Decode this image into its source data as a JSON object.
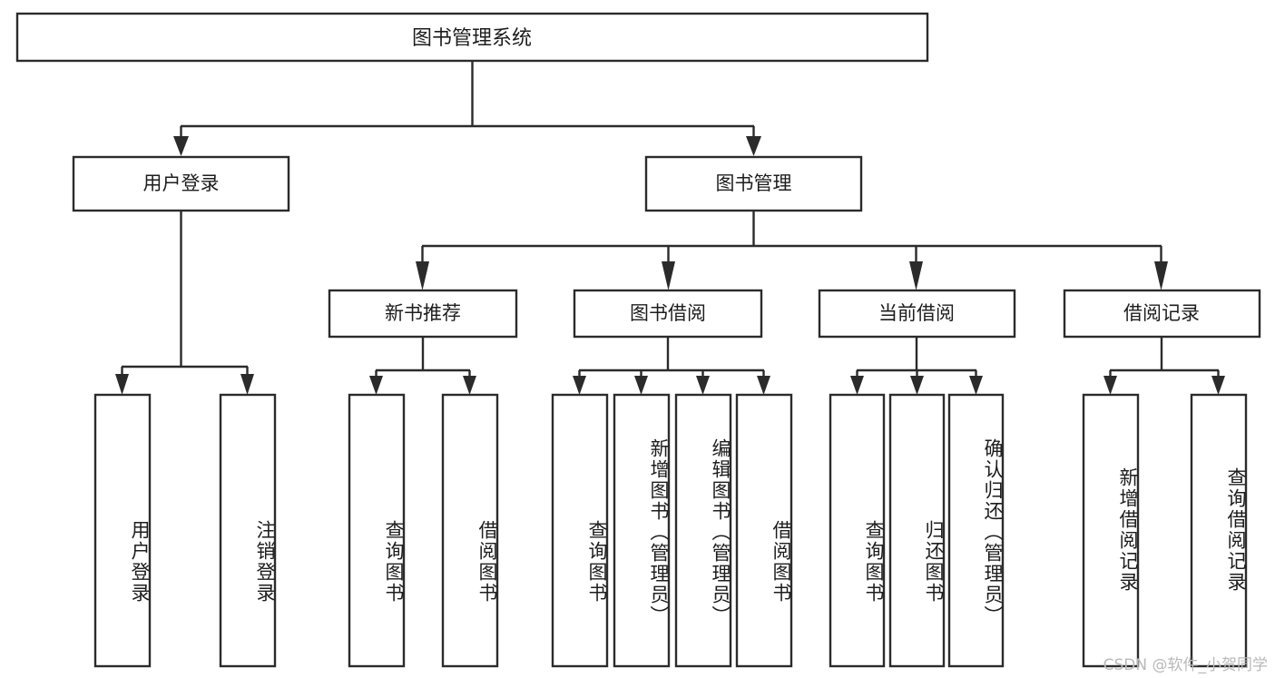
{
  "diagram": {
    "type": "tree-hierarchy-chart",
    "title": "图书管理系统",
    "orientation": "top-down",
    "colors": {
      "box_stroke": "#2b2b2b",
      "box_fill": "#ffffff",
      "connector": "#2b2b2b",
      "text": "#1d1d1d",
      "background": "#ffffff",
      "watermark": "#b9b9b9"
    },
    "root": {
      "label": "图书管理系统"
    },
    "level1": [
      {
        "label": "用户登录"
      },
      {
        "label": "图书管理"
      }
    ],
    "level2": [
      {
        "label": "新书推荐"
      },
      {
        "label": "图书借阅"
      },
      {
        "label": "当前借阅"
      },
      {
        "label": "借阅记录"
      }
    ],
    "leaves": {
      "user_login": [
        {
          "label": "用户登录"
        },
        {
          "label": "注销登录"
        }
      ],
      "new_book_recommend": [
        {
          "label": "查询图书"
        },
        {
          "label": "借阅图书"
        }
      ],
      "book_borrow": [
        {
          "label": "查询图书"
        },
        {
          "label": "新增图书（管理员）"
        },
        {
          "label": "编辑图书（管理员）"
        },
        {
          "label": "借阅图书"
        }
      ],
      "current_borrow": [
        {
          "label": "查询图书"
        },
        {
          "label": "归还图书"
        },
        {
          "label": "确认归还（管理员）"
        }
      ],
      "borrow_record": [
        {
          "label": "新增借阅记录"
        },
        {
          "label": "查询借阅记录"
        }
      ]
    }
  },
  "watermark": {
    "text": "CSDN @软件_小贺同学"
  }
}
